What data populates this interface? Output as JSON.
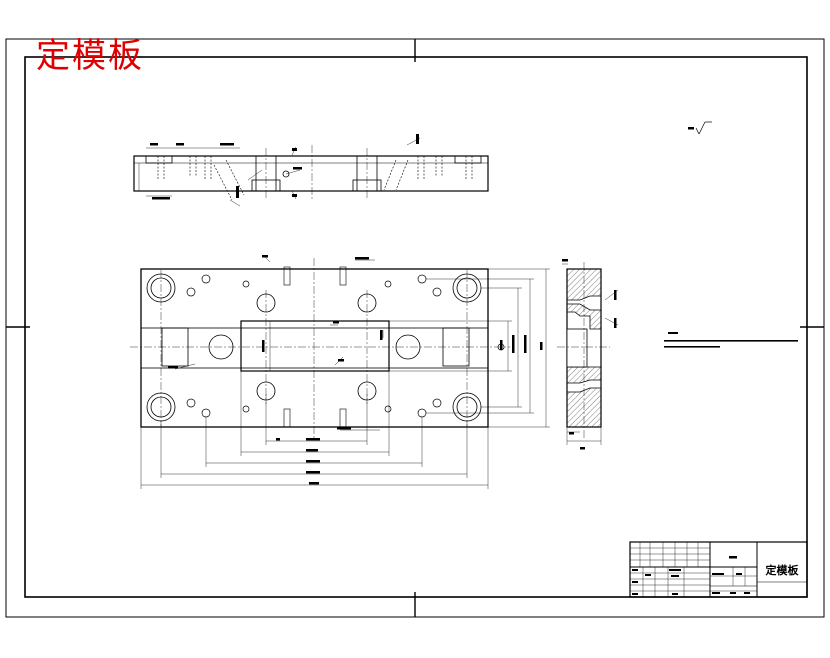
{
  "title_banner": "定模板",
  "title_block": {
    "part_name": "定模板"
  },
  "colors": {
    "line": "#000000",
    "banner": "#e00000",
    "background": "#ffffff"
  },
  "icons": {
    "surface_finish": "surface-roughness-symbol",
    "section": "section-arrow-symbol"
  }
}
